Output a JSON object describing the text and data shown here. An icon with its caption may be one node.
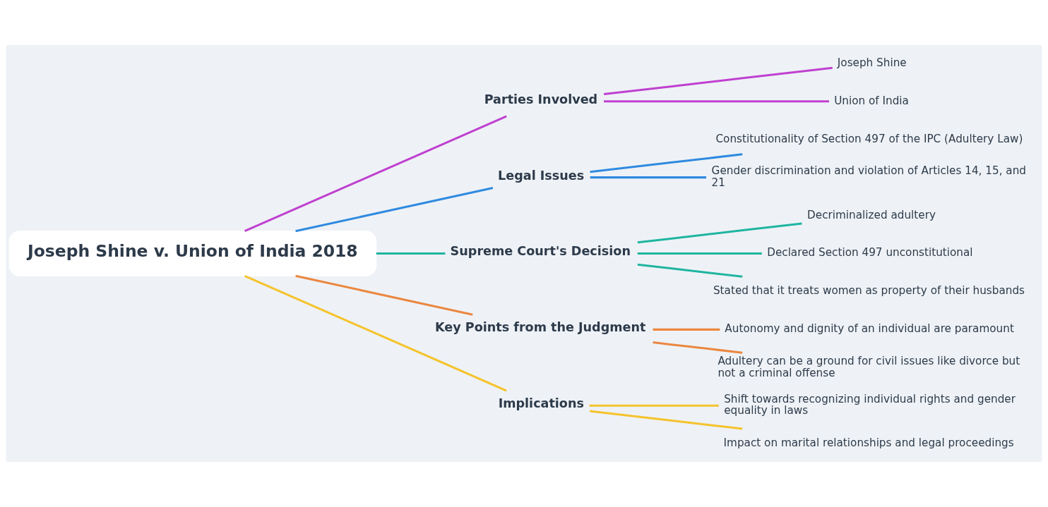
{
  "diagram": {
    "nodes": [
      {
        "text": [
          "Joseph Shine v. Union of India 2018"
        ]
      },
      {
        "text": [
          "Parties Involved"
        ]
      },
      {
        "text": [
          "Joseph Shine"
        ]
      },
      {
        "text": [
          "Union of India"
        ]
      },
      {
        "text": [
          "Legal Issues"
        ]
      },
      {
        "text": [
          "Constitutionality of Section 497 of the IPC (Adultery Law)"
        ]
      },
      {
        "text": [
          "Gender discrimination and violation of Articles 14, 15, and 21"
        ]
      },
      {
        "text": [
          "Supreme Court's Decision"
        ]
      },
      {
        "text": [
          "Decriminalized adultery"
        ]
      },
      {
        "text": [
          "Declared Section 497 unconstitutional"
        ]
      },
      {
        "text": [
          "Stated that it treats women as property of their husbands"
        ]
      },
      {
        "text": [
          "Key Points from the Judgment"
        ]
      },
      {
        "text": [
          "Autonomy and dignity of an individual are paramount"
        ]
      },
      {
        "text": [
          "Adultery can be a ground for civil issues like divorce but not a criminal offense"
        ]
      },
      {
        "text": [
          "Implications"
        ]
      },
      {
        "text": [
          "Shift towards recognizing individual rights and gender equality in laws"
        ]
      },
      {
        "text": [
          "Impact on marital relationships and legal proceedings"
        ]
      }
    ],
    "edges": [
      {
        "from": 0,
        "to": 1,
        "arrow": "none",
        "color": "#c040d0"
      },
      {
        "from": 1,
        "to": 2,
        "arrow": "none",
        "color": "#c040d0"
      },
      {
        "from": 1,
        "to": 3,
        "arrow": "none",
        "color": "#c040d0"
      },
      {
        "from": 0,
        "to": 4,
        "arrow": "none",
        "color": "#2f8ae0"
      },
      {
        "from": 4,
        "to": 5,
        "arrow": "none",
        "color": "#2f8ae0"
      },
      {
        "from": 4,
        "to": 6,
        "arrow": "none",
        "color": "#2f8ae0"
      },
      {
        "from": 0,
        "to": 7,
        "arrow": "none",
        "color": "#1fb5a0"
      },
      {
        "from": 7,
        "to": 8,
        "arrow": "none",
        "color": "#1fb5a0"
      },
      {
        "from": 7,
        "to": 9,
        "arrow": "none",
        "color": "#1fb5a0"
      },
      {
        "from": 7,
        "to": 10,
        "arrow": "none",
        "color": "#1fb5a0"
      },
      {
        "from": 0,
        "to": 11,
        "arrow": "none",
        "color": "#eb8740"
      },
      {
        "from": 11,
        "to": 12,
        "arrow": "none",
        "color": "#eb8740"
      },
      {
        "from": 11,
        "to": 13,
        "arrow": "none",
        "color": "#eb8740"
      },
      {
        "from": 0,
        "to": 14,
        "arrow": "none",
        "color": "#f5c32c"
      },
      {
        "from": 14,
        "to": 15,
        "arrow": "none",
        "color": "#f5c32c"
      },
      {
        "from": 14,
        "to": 16,
        "arrow": "none",
        "color": "#f5c32c"
      }
    ]
  }
}
